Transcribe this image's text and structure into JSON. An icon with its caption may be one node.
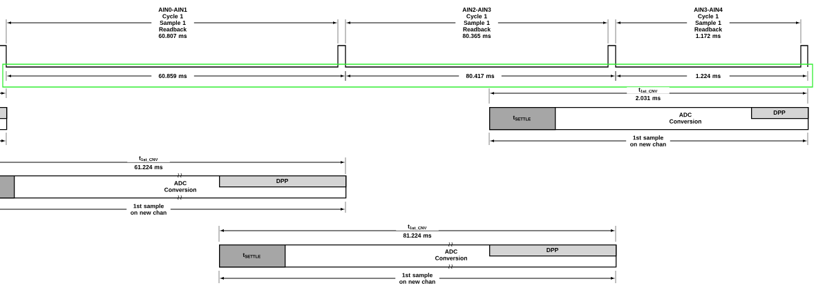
{
  "diagram": {
    "nodes": [
      {
        "text": [],
        "shape": "box"
      },
      {
        "text": [],
        "shape": "box",
        "in": 0
      },
      {
        "text": [
          "ADC Conversion"
        ]
      },
      {
        "text": [
          "t$_{SETTLE}$"
        ],
        "in": 2
      },
      {
        "text": [
          "DPP"
        ],
        "in": 2
      },
      {
        "text": [
          "ADC Conversion"
        ]
      },
      {
        "text": [],
        "shape": "box",
        "in": 5
      },
      {
        "text": [
          "DPP"
        ],
        "in": 5
      },
      {
        "text": [
          "ADC Conversion"
        ]
      },
      {
        "text": [
          "t$_{SETTLE}$"
        ],
        "in": 8
      },
      {
        "text": [
          "DPP"
        ],
        "in": 8
      }
    ],
    "labels": [
      "AIN0-AIN1 Cycle 1 Sample 1 Readback 60.807 ms",
      "AIN2-AIN3 Cycle 1 Sample 1 Readback 80.365 ms",
      "AIN3-AIN4 Cycle 1 Sample 1 Readback 1.172 ms",
      "60.859 ms",
      "80.417 ms",
      "1.224 ms",
      "t$_{1st_CNV}$",
      "2.031 ms",
      "1st sample on new chan",
      "t$_{1st_CNV}$",
      "61.224 ms",
      "1st sample on new chan",
      "t$_{1st_CNV}$",
      "81.224 ms",
      "1st sample on new chan"
    ]
  }
}
